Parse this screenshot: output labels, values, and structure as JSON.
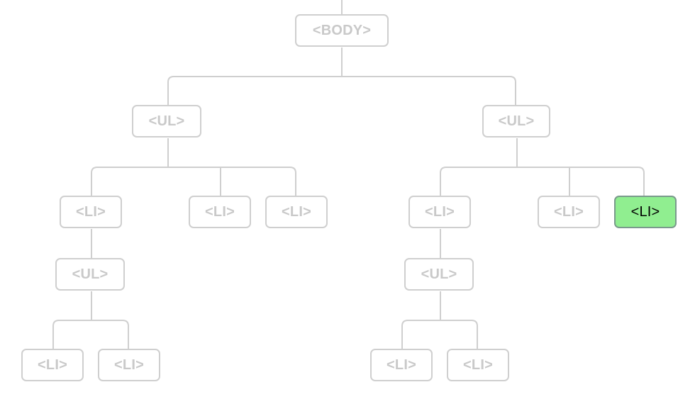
{
  "tree": {
    "nodes": [
      {
        "id": "body",
        "label": "<BODY>"
      },
      {
        "id": "ul-left",
        "label": "<UL>"
      },
      {
        "id": "ul-right",
        "label": "<UL>"
      },
      {
        "id": "li-l1",
        "label": "<LI>"
      },
      {
        "id": "li-l2",
        "label": "<LI>"
      },
      {
        "id": "li-l3",
        "label": "<LI>"
      },
      {
        "id": "ul-l1",
        "label": "<UL>"
      },
      {
        "id": "li-l1a",
        "label": "<LI>"
      },
      {
        "id": "li-l1b",
        "label": "<LI>"
      },
      {
        "id": "li-r1",
        "label": "<LI>"
      },
      {
        "id": "li-r2",
        "label": "<LI>"
      },
      {
        "id": "li-r3",
        "label": "<LI>",
        "highlighted": true
      },
      {
        "id": "ul-r1",
        "label": "<UL>"
      },
      {
        "id": "li-r1a",
        "label": "<LI>"
      },
      {
        "id": "li-r1b",
        "label": "<LI>"
      }
    ],
    "highlight_color": "#90ee90"
  }
}
